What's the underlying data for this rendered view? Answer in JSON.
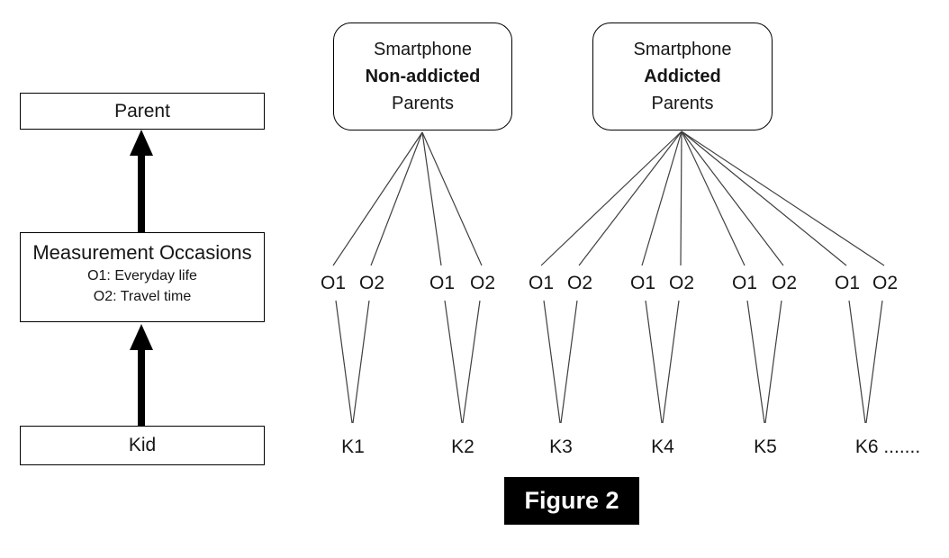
{
  "figure_caption": "Figure 2",
  "left_panel": {
    "parent_label": "Parent",
    "measurement": {
      "title": "Measurement Occasions",
      "line1": "O1: Everyday life",
      "line2": "O2: Travel time"
    },
    "kid_label": "Kid"
  },
  "groups": {
    "non_addicted": {
      "line1": "Smartphone",
      "line2": "Non-addicted",
      "line3": "Parents"
    },
    "addicted": {
      "line1": "Smartphone",
      "line2": "Addicted",
      "line3": "Parents"
    }
  },
  "occasions": [
    "O1",
    "O2",
    "O1",
    "O2",
    "O1",
    "O2",
    "O1",
    "O2",
    "O1",
    "O2",
    "O1",
    "O2"
  ],
  "kids": [
    "K1",
    "K2",
    "K3",
    "K4",
    "K5",
    "K6 ......."
  ],
  "colors": {
    "thin_line": "#3f3f3f",
    "arrow": "#000000",
    "border": "#000000",
    "text": "#161616",
    "caption_bg": "#000000",
    "caption_fg": "#ffffff"
  }
}
